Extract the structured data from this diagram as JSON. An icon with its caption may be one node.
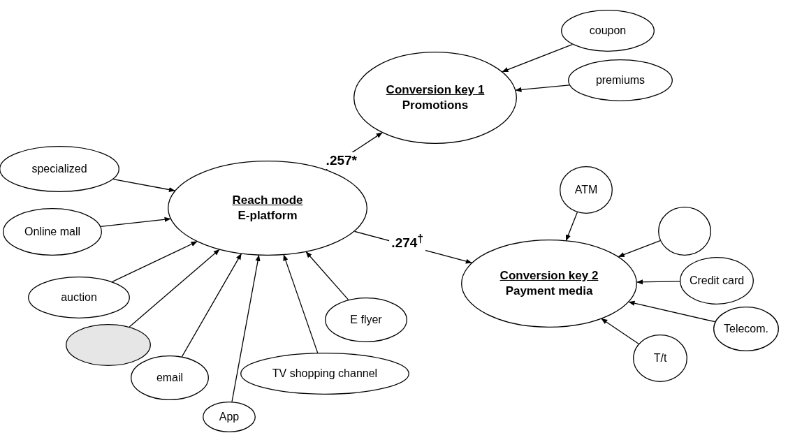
{
  "diagram": {
    "nodes": [
      {
        "text": [
          "Reach mode",
          "E-platform"
        ]
      },
      {
        "text": [
          "Conversion key 1",
          "Promotions"
        ]
      },
      {
        "text": [
          "Conversion key 2",
          "Payment media"
        ]
      },
      {
        "text": [
          "coupon"
        ]
      },
      {
        "text": [
          "premiums"
        ]
      },
      {
        "text": [
          "specialized"
        ]
      },
      {
        "text": [
          "Online mall"
        ]
      },
      {
        "text": [
          "auction"
        ]
      },
      {
        "text": [],
        "shape": "ellipse"
      },
      {
        "text": [
          "email"
        ]
      },
      {
        "text": [
          "App"
        ]
      },
      {
        "text": [
          "TV shopping  channel"
        ]
      },
      {
        "text": [
          "E flyer"
        ]
      },
      {
        "text": [
          "ATM"
        ]
      },
      {
        "text": [],
        "shape": "ellipse"
      },
      {
        "text": [
          "Credit card"
        ]
      },
      {
        "text": [
          "Telecom."
        ]
      },
      {
        "text": [
          "T/t"
        ]
      }
    ],
    "edges": [
      {
        "from": 0,
        "to": 1,
        "arrow": "to",
        "label": ".257*"
      },
      {
        "from": 0,
        "to": 2,
        "arrow": "to",
        "label": ".274$^{†}$"
      },
      {
        "from": 3,
        "to": 1,
        "arrow": "to"
      },
      {
        "from": 4,
        "to": 1,
        "arrow": "to"
      },
      {
        "from": 5,
        "to": 0,
        "arrow": "to"
      },
      {
        "from": 6,
        "to": 0,
        "arrow": "to"
      },
      {
        "from": 7,
        "to": 0,
        "arrow": "to"
      },
      {
        "from": 8,
        "to": 0,
        "arrow": "to"
      },
      {
        "from": 9,
        "to": 0,
        "arrow": "to"
      },
      {
        "from": 10,
        "to": 0,
        "arrow": "to"
      },
      {
        "from": 11,
        "to": 0,
        "arrow": "to"
      },
      {
        "from": 12,
        "to": 0,
        "arrow": "to"
      },
      {
        "from": 13,
        "to": 2,
        "arrow": "to"
      },
      {
        "from": 14,
        "to": 2,
        "arrow": "to"
      },
      {
        "from": 15,
        "to": 2,
        "arrow": "to"
      },
      {
        "from": 16,
        "to": 2,
        "arrow": "to"
      },
      {
        "from": 17,
        "to": 2,
        "arrow": "to"
      }
    ]
  }
}
